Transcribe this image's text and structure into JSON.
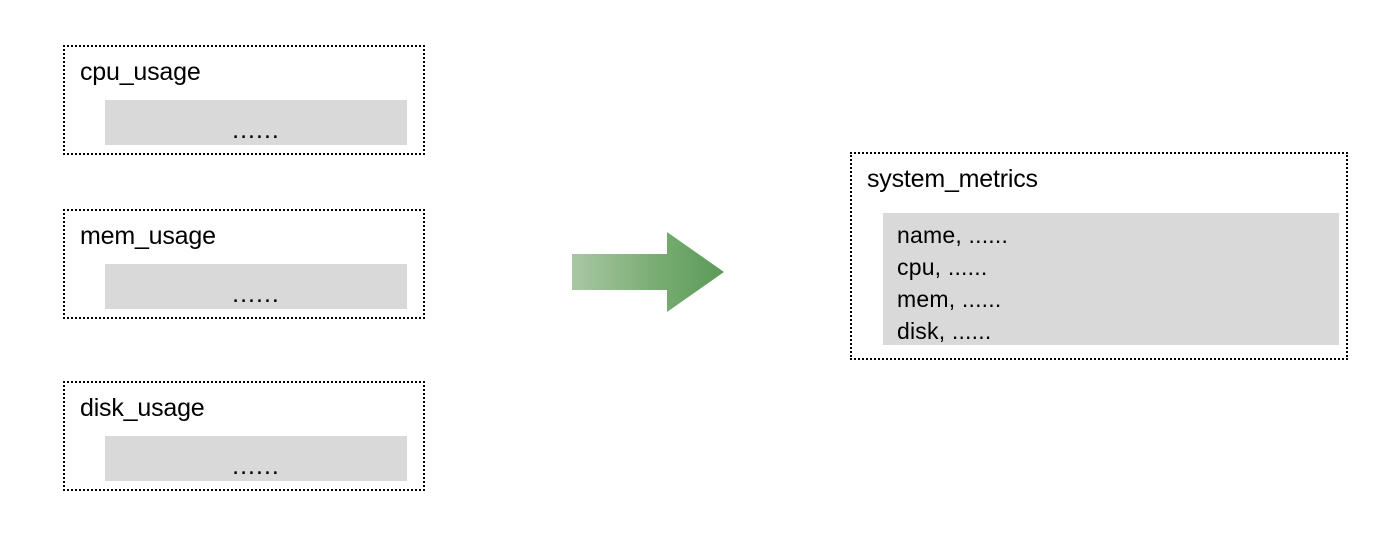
{
  "diagram": {
    "type": "schema-consolidation",
    "sources": [
      {
        "title": "cpu_usage",
        "body_text": "……",
        "ellipsis": "......"
      },
      {
        "title": "mem_usage",
        "body_text": "……",
        "ellipsis": "......"
      },
      {
        "title": "disk_usage",
        "body_text": "……",
        "ellipsis": "......"
      }
    ],
    "arrow": {
      "icon": "right-block-arrow-icon",
      "direction": "right",
      "gradient_start": "#a9c7a4",
      "gradient_end": "#5b9a58"
    },
    "target": {
      "title": "system_metrics",
      "fields": [
        "name, ......",
        "cpu, ......",
        "mem, ......",
        "disk, ......"
      ]
    },
    "colors": {
      "panel_fill": "#d9d9d9",
      "border": "#000000",
      "background": "#ffffff",
      "text": "#000000"
    }
  }
}
